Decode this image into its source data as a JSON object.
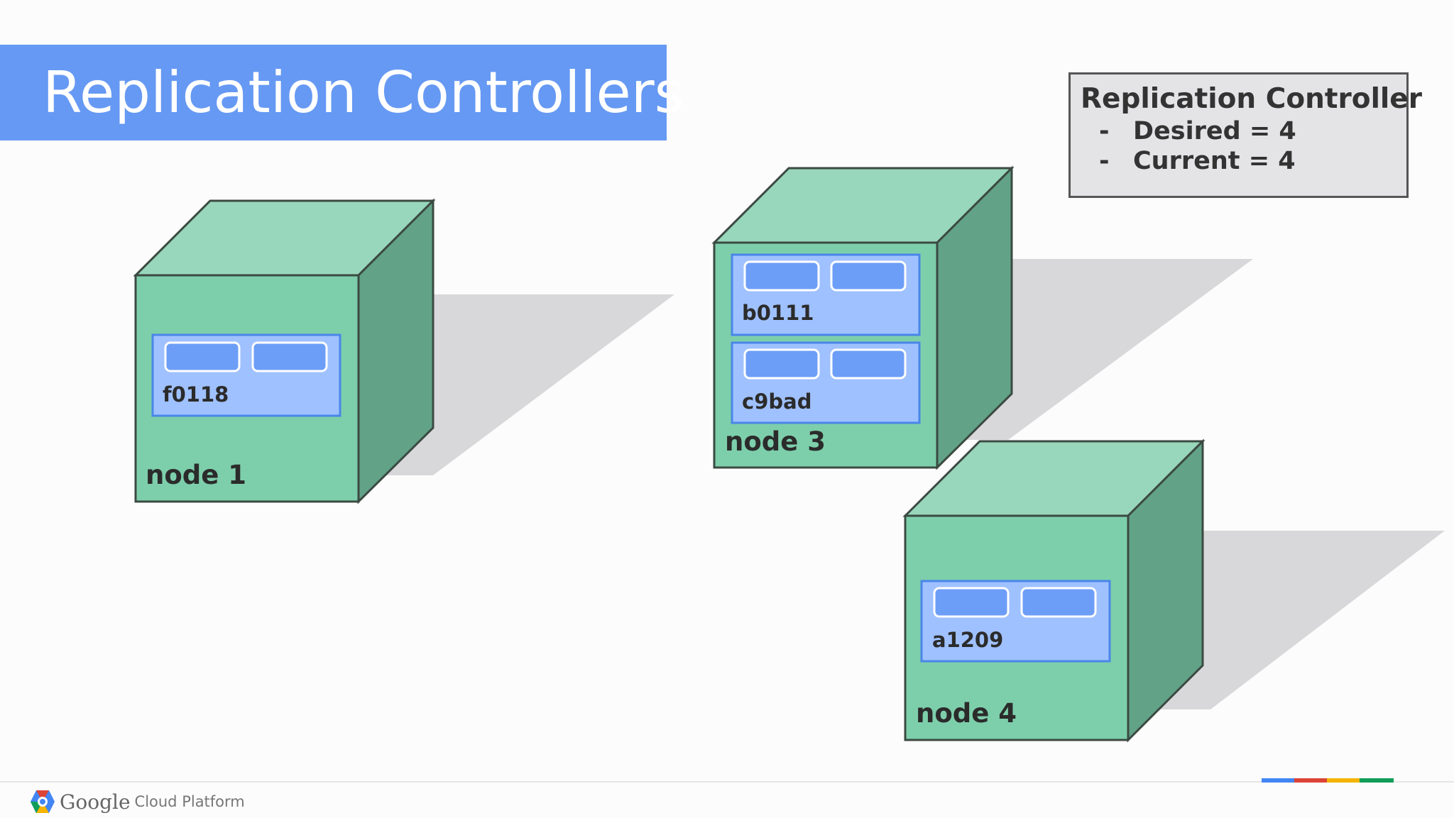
{
  "title": "Replication Controllers",
  "replication_controller": {
    "heading": "Replication Controller",
    "lines": [
      {
        "bullet": "-",
        "text": "Desired = 4"
      },
      {
        "bullet": "-",
        "text": "Current = 4"
      }
    ]
  },
  "nodes": [
    {
      "id": "node1",
      "label": "node 1",
      "pods": [
        "f0118"
      ]
    },
    {
      "id": "node3",
      "label": "node 3",
      "pods": [
        "b0111",
        "c9bad"
      ]
    },
    {
      "id": "node4",
      "label": "node 4",
      "pods": [
        "a1209"
      ]
    }
  ],
  "footer": {
    "brand": "Google",
    "product": "Cloud Platform"
  },
  "colors": {
    "banner": "#6699f3",
    "node_front": "#7dcfab",
    "node_top": "#98d7bb",
    "node_side": "#62a388",
    "pod_fill": "#9fc1ff",
    "pod_border": "#4a86e8",
    "container_fill": "#6d9ef7",
    "shadow": "#d8d8da",
    "strip": [
      "#4285f4",
      "#db4437",
      "#f4b400",
      "#0f9d58"
    ]
  },
  "icons": {
    "logo": "google-cloud-hexagon-icon"
  }
}
